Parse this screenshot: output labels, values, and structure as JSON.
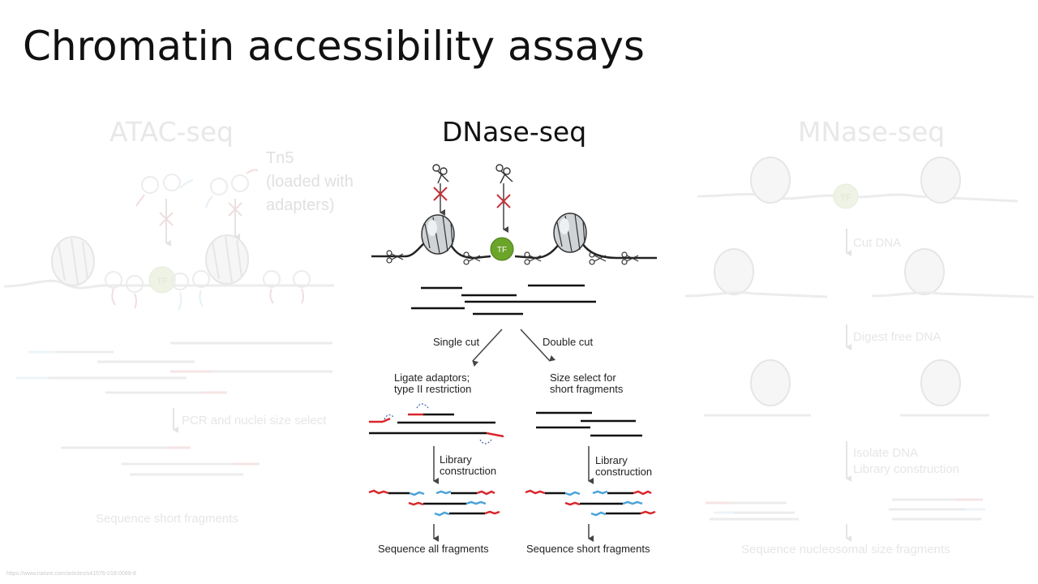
{
  "slide": {
    "title": "Chromatin accessibility assays",
    "footer_url": "https://www.nature.com/articles/s41576-018-0089-8"
  },
  "atac": {
    "title": "ATAC-seq",
    "tn5_label_1": "Tn5",
    "tn5_label_2": "(loaded with",
    "tn5_label_3": "adapters)",
    "tf_label": "TF",
    "step1": "PCR and nuclei size select",
    "step2": "Sequence short fragments"
  },
  "dnase": {
    "title": "DNase-seq",
    "tf_label": "TF",
    "single_cut": "Single cut",
    "double_cut": "Double cut",
    "ligate_1": "Ligate adaptors;",
    "ligate_2": "type II restriction",
    "size_select_1": "Size select for",
    "size_select_2": "short fragments",
    "libcon_1": "Library",
    "libcon_2": "construction",
    "seq_all": "Sequence all fragments",
    "seq_short": "Sequence short fragments"
  },
  "mnase": {
    "title": "MNase-seq",
    "tf_label": "TF",
    "step1": "Cut DNA",
    "step2": "Digest free DNA",
    "step3_1": "Isolate DNA",
    "step3_2": "Library construction",
    "step4": "Sequence nucleosomal size fragments"
  },
  "colors": {
    "adapter_red": "#d9262b",
    "adapter_blue": "#4aa3d8",
    "tf_green": "#6aa428",
    "cut_red": "#c8313a"
  }
}
